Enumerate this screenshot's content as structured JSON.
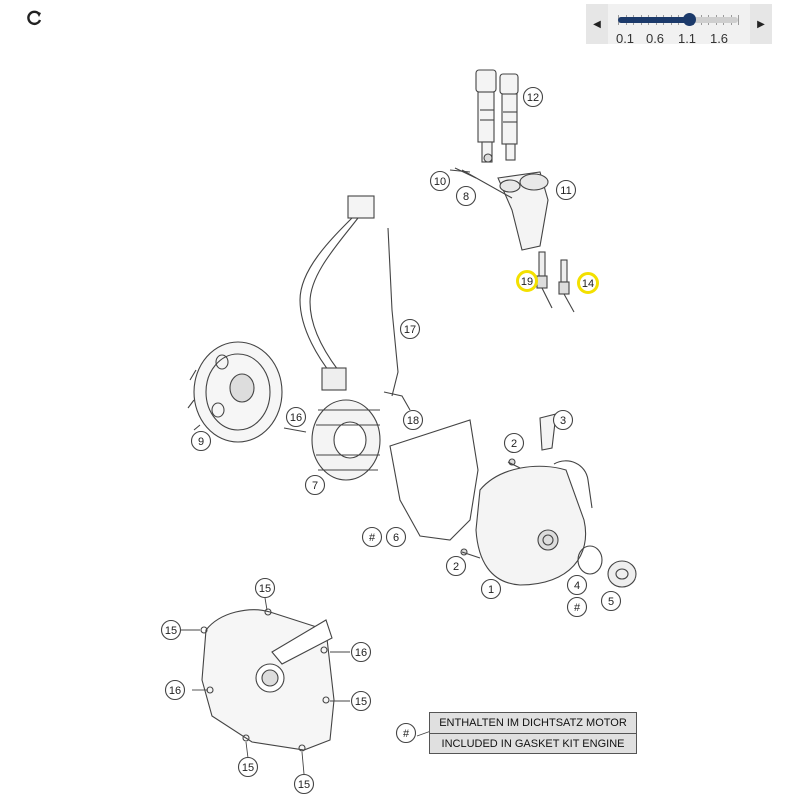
{
  "toolbar": {
    "refresh_icon": "refresh-icon",
    "zoom": {
      "labels": [
        "0.1",
        "0.6",
        "1.1",
        "1.6"
      ],
      "value": 1.1,
      "min": 0.1,
      "max": 1.8,
      "accent": "#1c3a6b"
    }
  },
  "callouts": [
    {
      "id": "12",
      "text": "12",
      "highlight": false
    },
    {
      "id": "10",
      "text": "10",
      "highlight": false
    },
    {
      "id": "8",
      "text": "8",
      "highlight": false
    },
    {
      "id": "11",
      "text": "11",
      "highlight": false
    },
    {
      "id": "19",
      "text": "19",
      "highlight": true
    },
    {
      "id": "14",
      "text": "14",
      "highlight": true
    },
    {
      "id": "17",
      "text": "17",
      "highlight": false
    },
    {
      "id": "16a",
      "text": "16",
      "highlight": false
    },
    {
      "id": "18",
      "text": "18",
      "highlight": false
    },
    {
      "id": "9",
      "text": "9",
      "highlight": false
    },
    {
      "id": "3",
      "text": "3",
      "highlight": false
    },
    {
      "id": "2a",
      "text": "2",
      "highlight": false
    },
    {
      "id": "7",
      "text": "7",
      "highlight": false
    },
    {
      "id": "hash6",
      "text": "#",
      "highlight": false
    },
    {
      "id": "6",
      "text": "6",
      "highlight": false
    },
    {
      "id": "2b",
      "text": "2",
      "highlight": false
    },
    {
      "id": "1",
      "text": "1",
      "highlight": false
    },
    {
      "id": "4",
      "text": "4",
      "highlight": false
    },
    {
      "id": "hash4",
      "text": "#",
      "highlight": false
    },
    {
      "id": "5",
      "text": "5",
      "highlight": false
    },
    {
      "id": "15a",
      "text": "15",
      "highlight": false
    },
    {
      "id": "15b",
      "text": "15",
      "highlight": false
    },
    {
      "id": "16b",
      "text": "16",
      "highlight": false
    },
    {
      "id": "16c",
      "text": "16",
      "highlight": false
    },
    {
      "id": "15c",
      "text": "15",
      "highlight": false
    },
    {
      "id": "15d",
      "text": "15",
      "highlight": false
    },
    {
      "id": "15e",
      "text": "15",
      "highlight": false
    },
    {
      "id": "hashL",
      "text": "#",
      "highlight": false
    }
  ],
  "legend": {
    "line1": "ENTHALTEN IM DICHTSATZ MOTOR",
    "line2": "INCLUDED IN GASKET KIT ENGINE"
  },
  "colors": {
    "line": "#444444",
    "highlight": "#f3e000"
  }
}
